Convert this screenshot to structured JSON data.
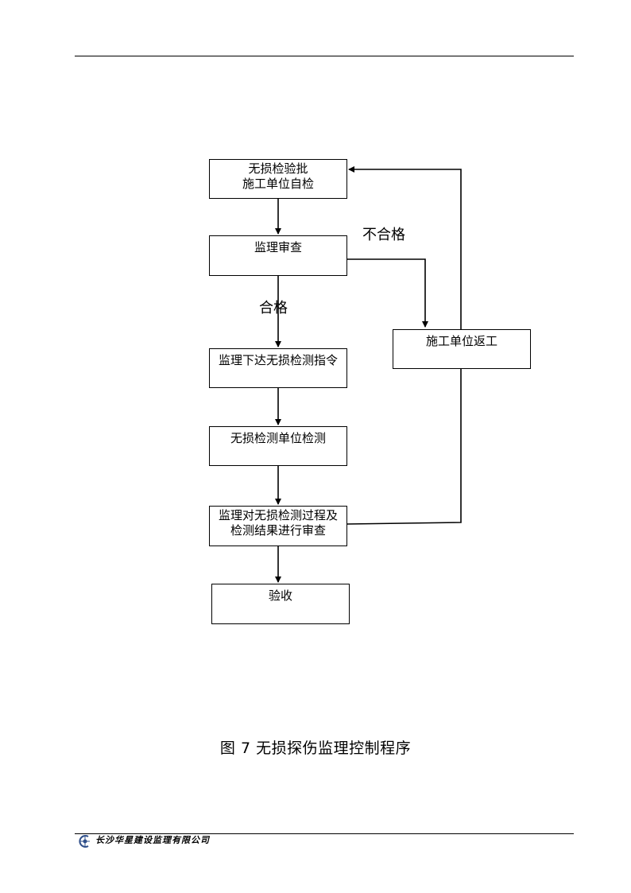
{
  "flowchart": {
    "steps": {
      "self_check": [
        "无损检验批",
        "施工单位自检"
      ],
      "review": "监理审查",
      "order": "监理下达无损检测指令",
      "detect": "无损检测单位检测",
      "result_review": [
        "监理对无损检测过程及",
        "检测结果进行审查"
      ],
      "accept": "验收",
      "rework": "施工单位返工"
    },
    "edge_labels": {
      "fail": "不合格",
      "pass": "合格"
    }
  },
  "caption": "图 7  无损探伤监理控制程序",
  "footer": {
    "company": "长沙华星建设监理有限公司",
    "logo_icon": "company-logo-icon"
  }
}
